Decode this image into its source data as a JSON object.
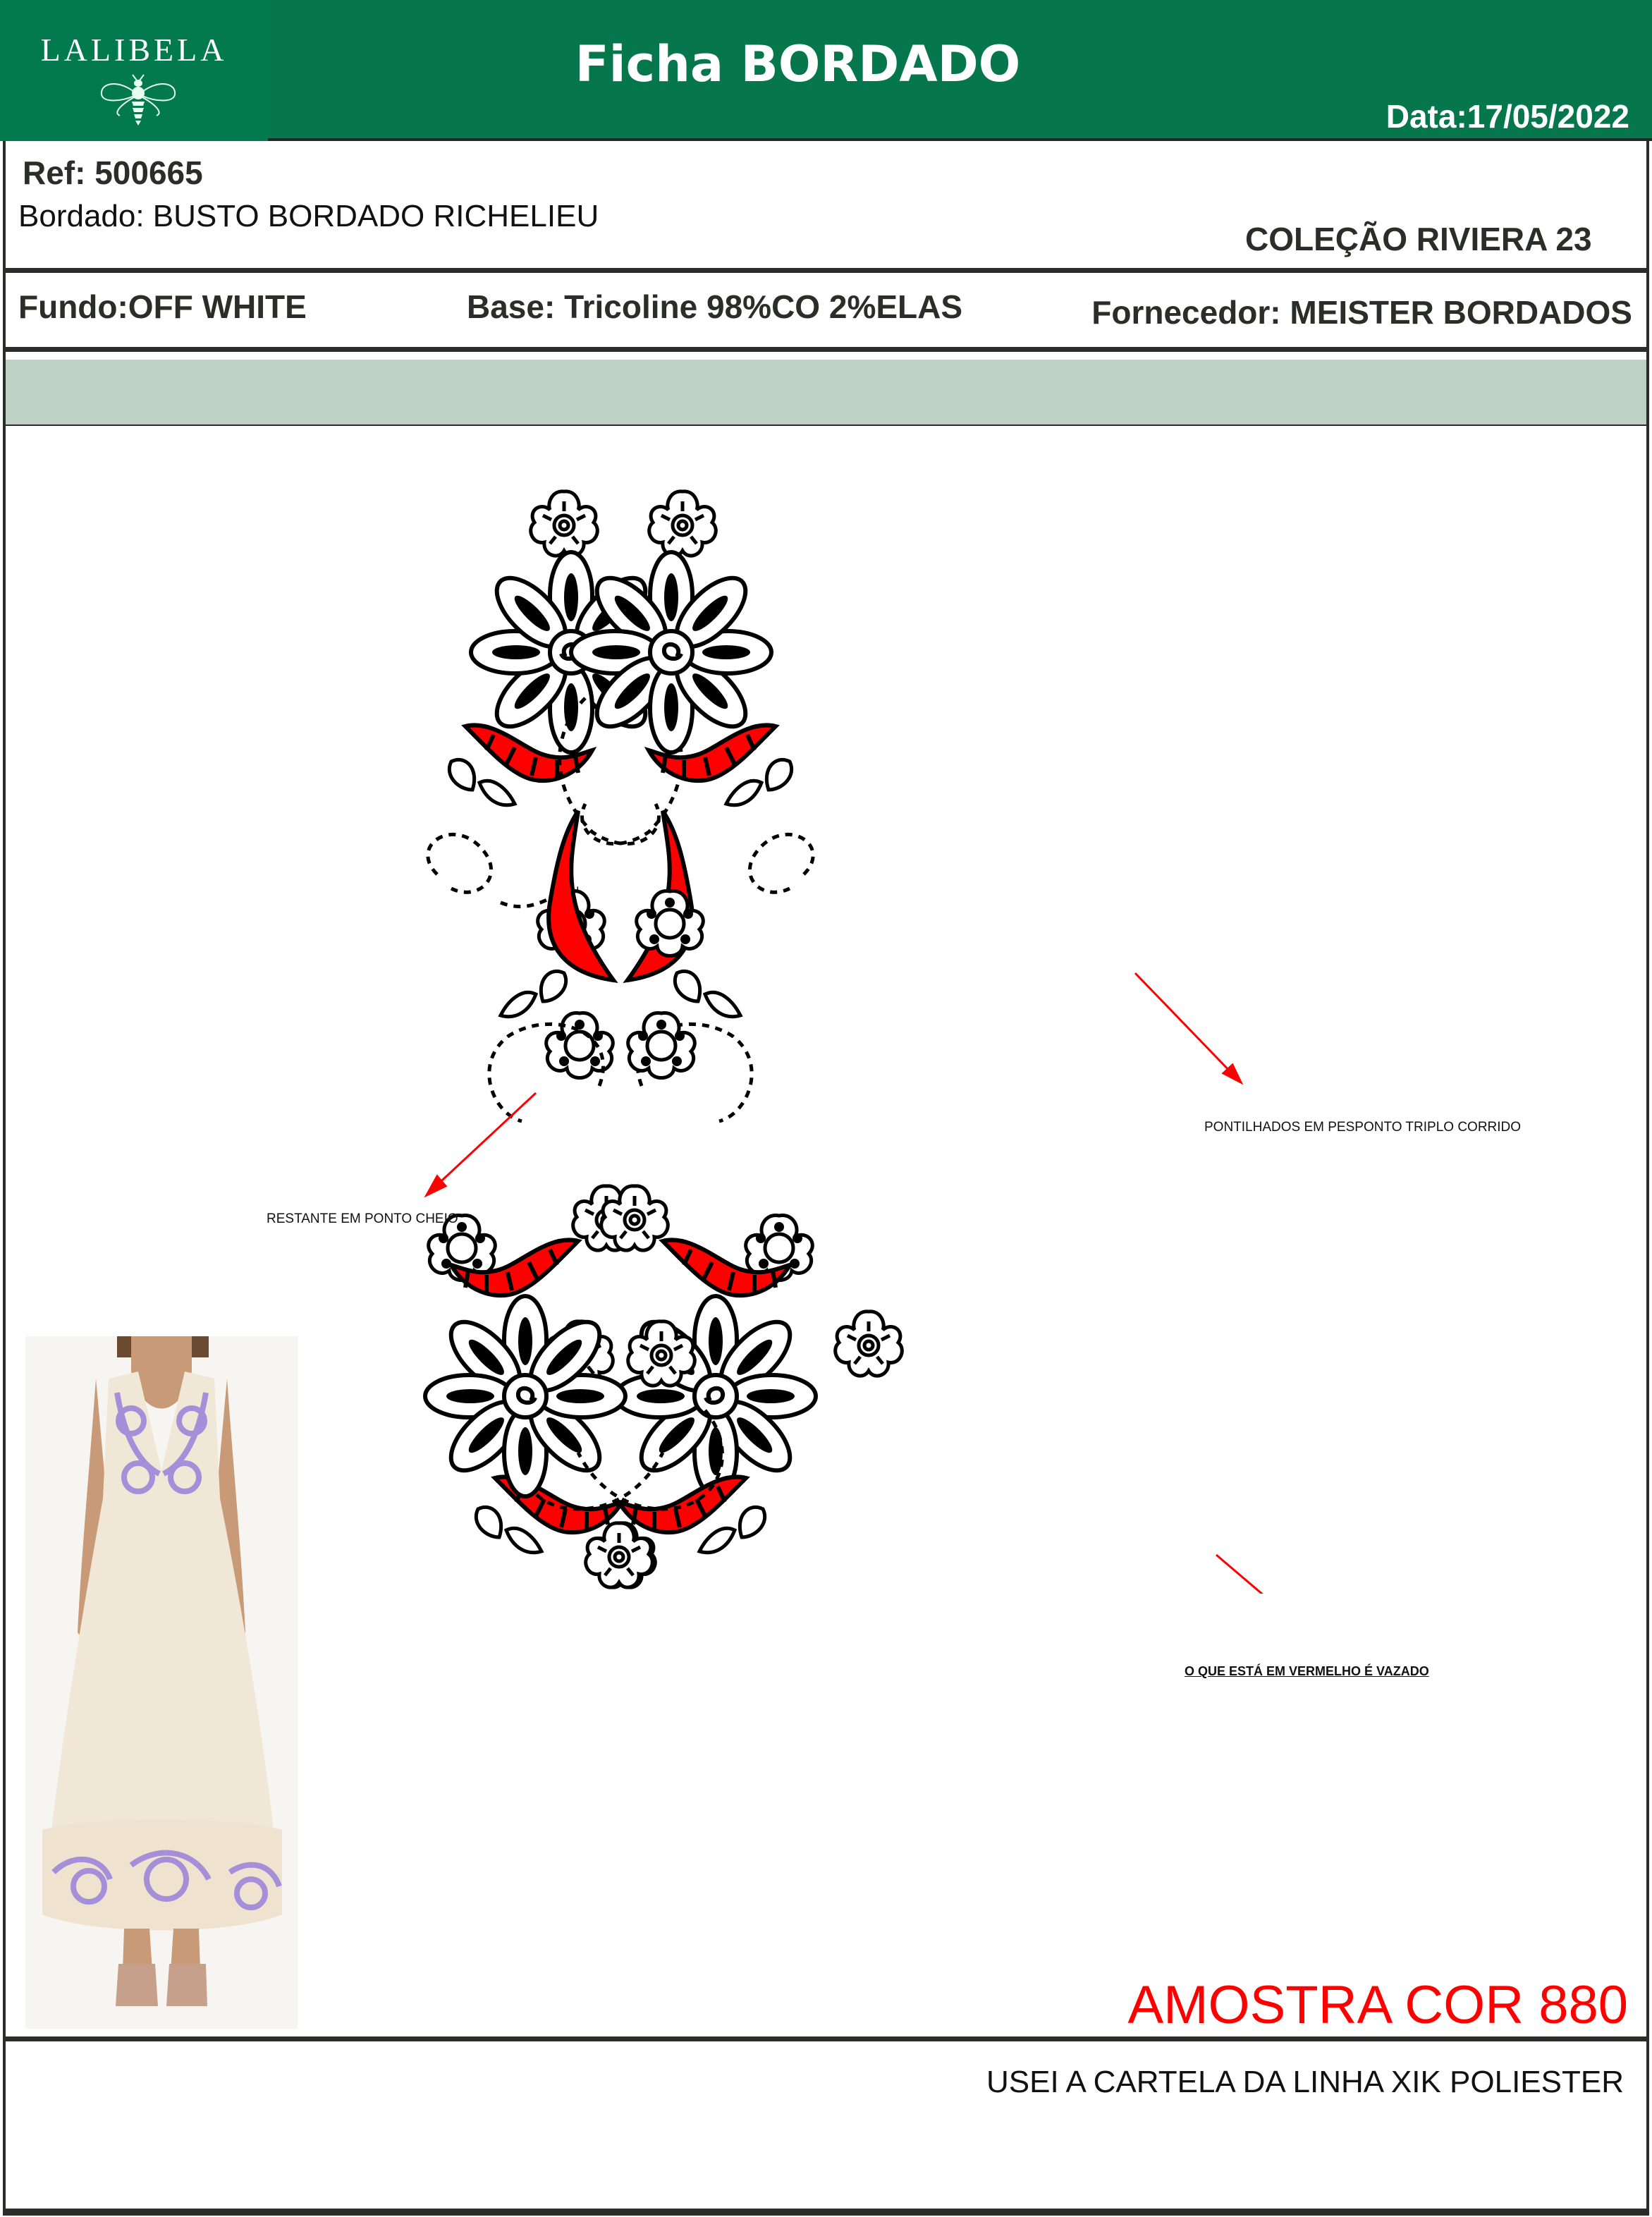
{
  "header": {
    "brand": "LALIBELA",
    "brand_icon": "bee-icon",
    "title": "Ficha BORDADO",
    "date": "Data:17/05/2022"
  },
  "info": {
    "ref": "Ref: 500665",
    "bordado": "Bordado:  BUSTO BORDADO  RICHELIEU",
    "colecao": "COLEÇÃO RIVIERA 23",
    "fundo": "Fundo:OFF WHITE",
    "base": "Base: Tricoline 98%CO 2%ELAS",
    "fornecedor": "Fornecedor: MEISTER BORDADOS"
  },
  "annotations": {
    "restante": "RESTANTE EM PONTO CHEIO",
    "pontilhados": "PONTILHADOS EM PESPONTO TRIPLO CORRIDO",
    "vermelho": "O QUE ESTÁ EM VERMELHO É VAZADO"
  },
  "footer": {
    "amostra": "AMOSTRA COR 880",
    "usei": "USEI A CARTELA DA LINHA XIK POLIESTER"
  },
  "colors": {
    "header_green": "#06774d",
    "band_sage": "#bfd0c4",
    "cutwork_red": "#ff0000",
    "text_dark": "#2b2d2a",
    "dress_lilac": "#a58fd8"
  },
  "images": {
    "embroidery": "embroidery-design-illustration",
    "photo": "dress-reference-photo"
  }
}
